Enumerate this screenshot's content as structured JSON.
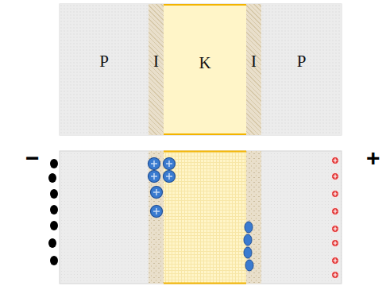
{
  "diagram": {
    "nodes": [
      {
        "text": [
          "P"
        ]
      },
      {
        "text": [
          "I"
        ]
      },
      {
        "text": [
          "K"
        ]
      },
      {
        "text": [
          "I"
        ]
      },
      {
        "text": [
          "P"
        ]
      }
    ],
    "labels": [
      "−",
      "+"
    ]
  }
}
